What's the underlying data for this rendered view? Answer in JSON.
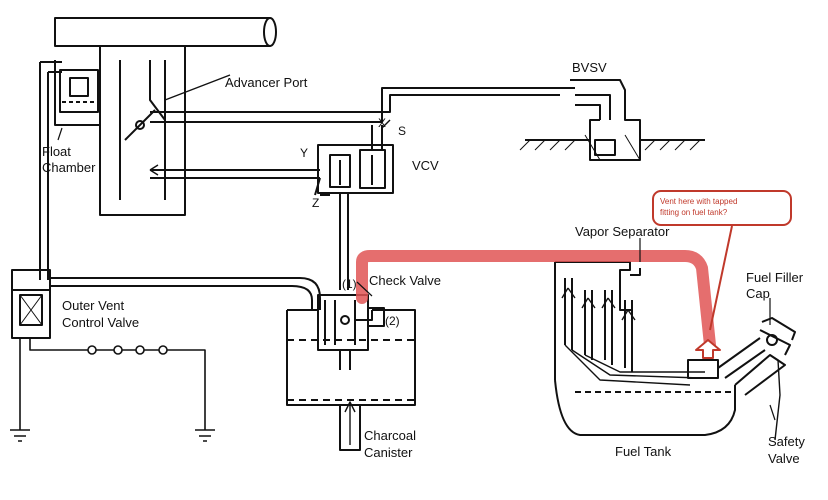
{
  "labels": {
    "advancer_port": "Advancer Port",
    "bvsv": "BVSV",
    "float_chamber_1": "Float",
    "float_chamber_2": "Chamber",
    "port_x": "X",
    "port_s": "S",
    "port_y": "Y",
    "port_z": "Z",
    "vcv": "VCV",
    "vapor_separator": "Vapor Separator",
    "check_valve": "Check Valve",
    "check_valve_1": "(1)",
    "check_valve_2": "(2)",
    "outer_vent_1": "Outer Vent",
    "outer_vent_2": "Control Valve",
    "fuel_filler_1": "Fuel Filler",
    "fuel_filler_2": "Cap",
    "charcoal_1": "Charcoal",
    "charcoal_2": "Canister",
    "fuel_tank": "Fuel Tank",
    "safety_1": "Safety",
    "safety_2": "Valve"
  },
  "callout": {
    "line1": "Vent here with tapped",
    "line2": "fitting on fuel tank?"
  },
  "colors": {
    "line": "#111111",
    "highlight": "#e05555",
    "callout_border": "#c0392b"
  }
}
